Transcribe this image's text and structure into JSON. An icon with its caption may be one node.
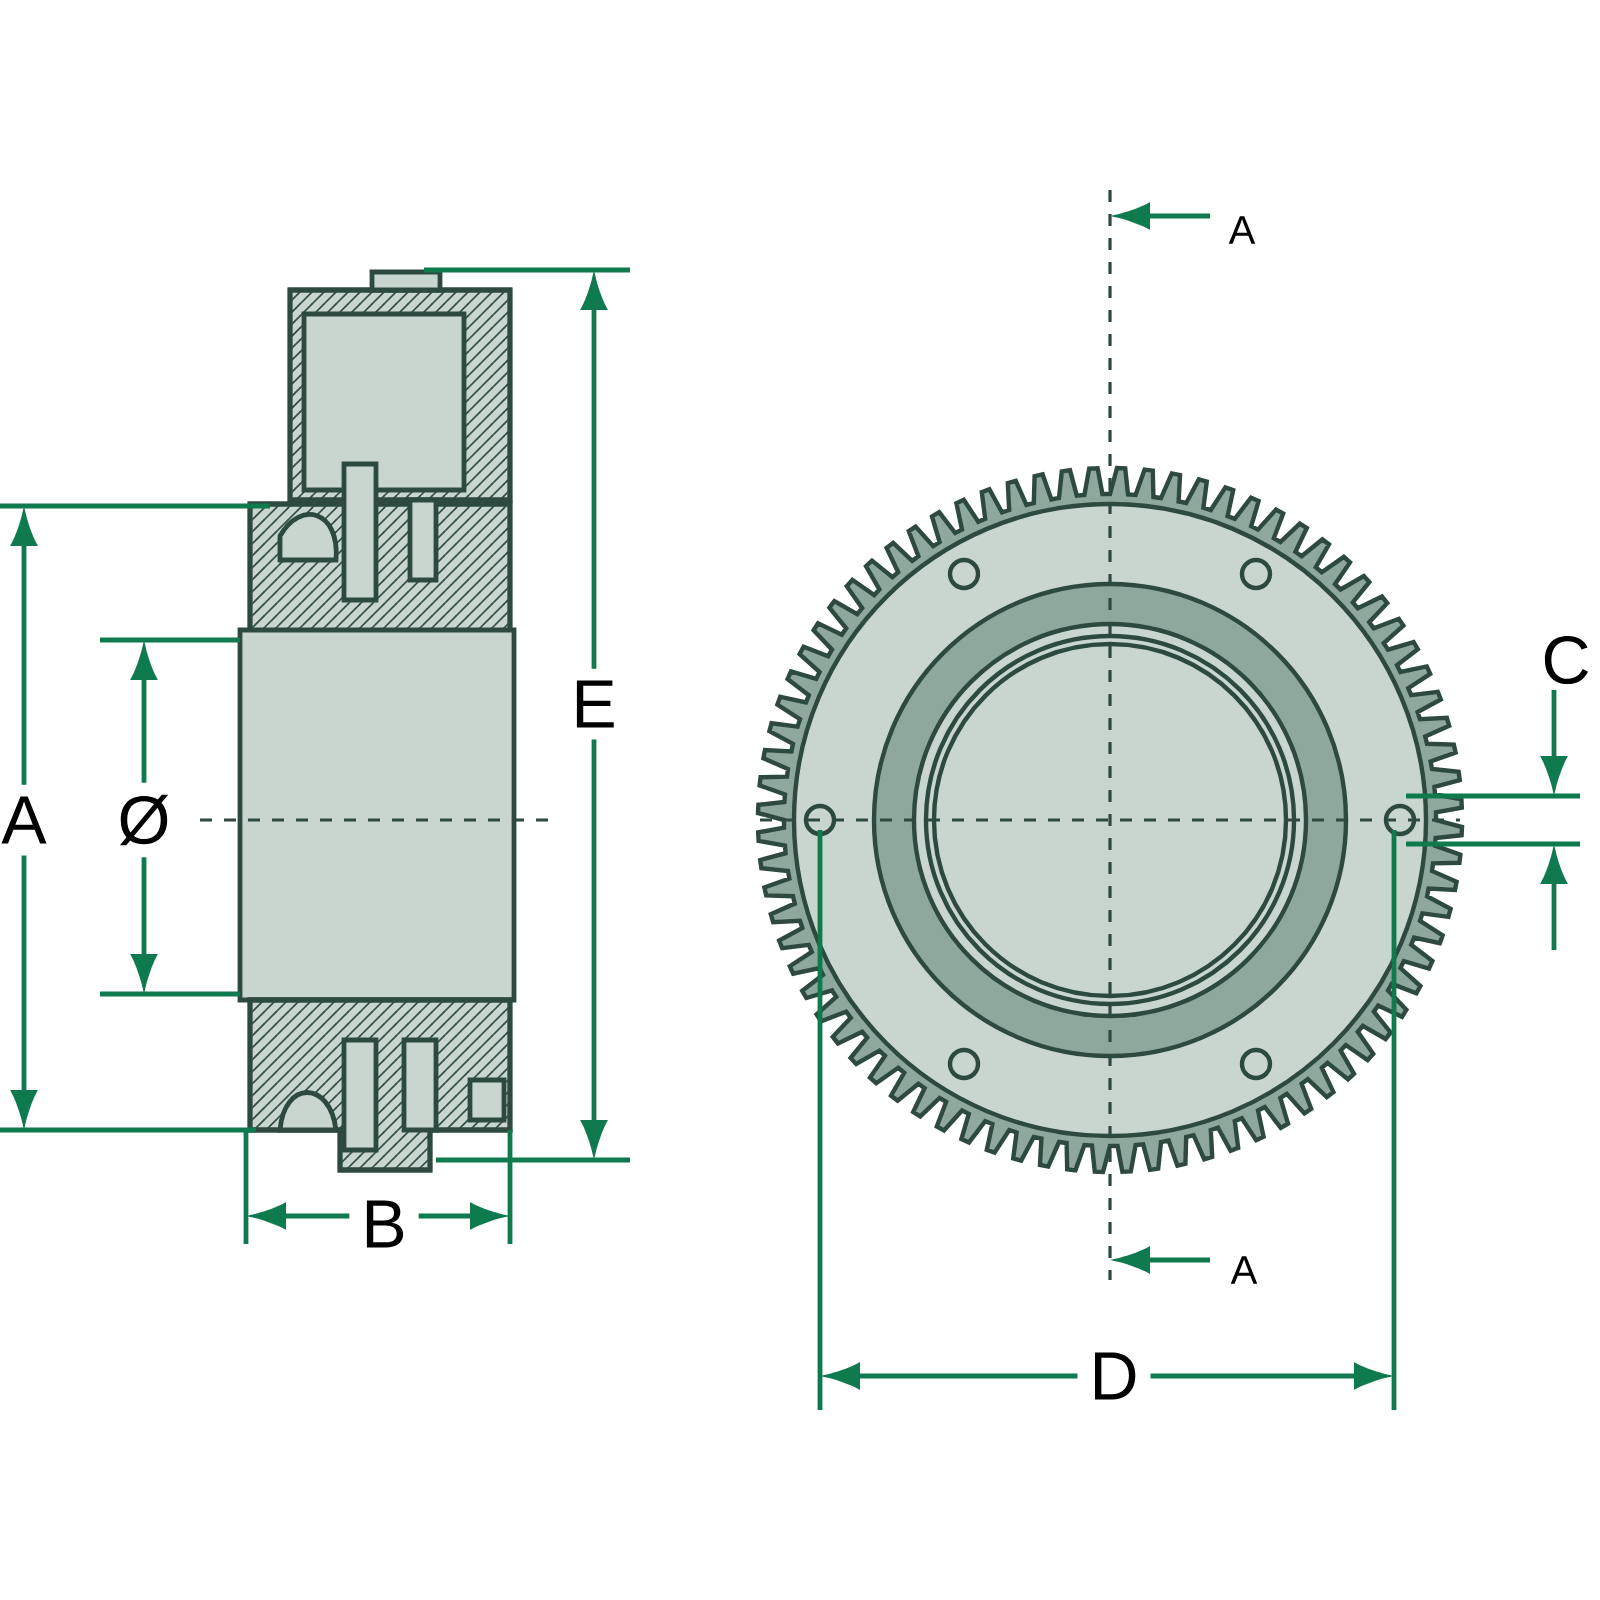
{
  "diagram": {
    "labels": [
      "A",
      "C",
      "E",
      "A",
      "Ø",
      "B",
      "A",
      "D"
    ]
  }
}
